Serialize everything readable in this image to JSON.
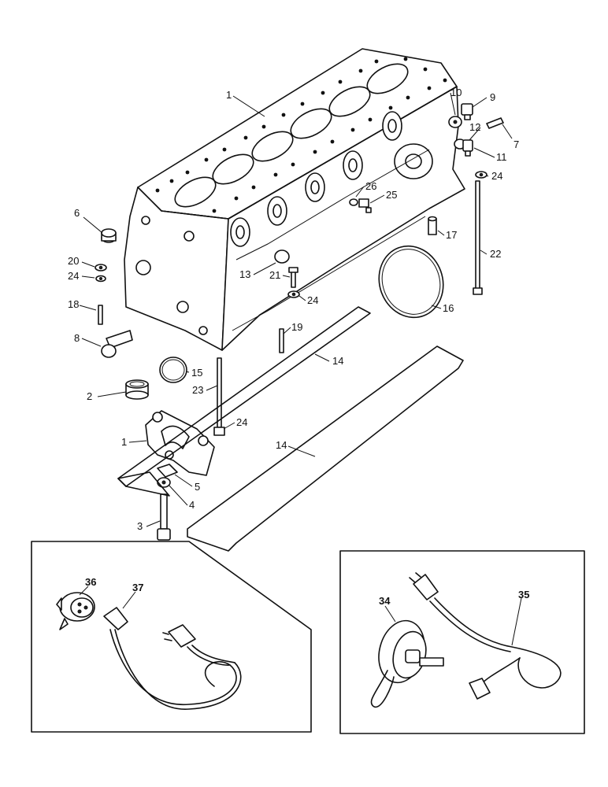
{
  "callouts": {
    "c1_top": "1",
    "c6": "6",
    "c20": "20",
    "c24_left": "24",
    "c18": "18",
    "c8": "8",
    "c13": "13",
    "c21": "21",
    "c24_mid": "24",
    "c19": "19",
    "c15": "15",
    "c14_a": "14",
    "c23": "23",
    "c24_low": "24",
    "c2": "2",
    "c1_cap": "1",
    "c5": "5",
    "c4": "4",
    "c3": "3",
    "c14_b": "14",
    "c10": "10",
    "c9": "9",
    "c12": "12",
    "c7": "7",
    "c11": "11",
    "c24_right": "24",
    "c26": "26",
    "c25": "25",
    "c17": "17",
    "c22": "22",
    "c16": "16"
  },
  "insets": {
    "left": {
      "c36": "36",
      "c37": "37"
    },
    "right": {
      "c34": "34",
      "c35": "35"
    }
  }
}
